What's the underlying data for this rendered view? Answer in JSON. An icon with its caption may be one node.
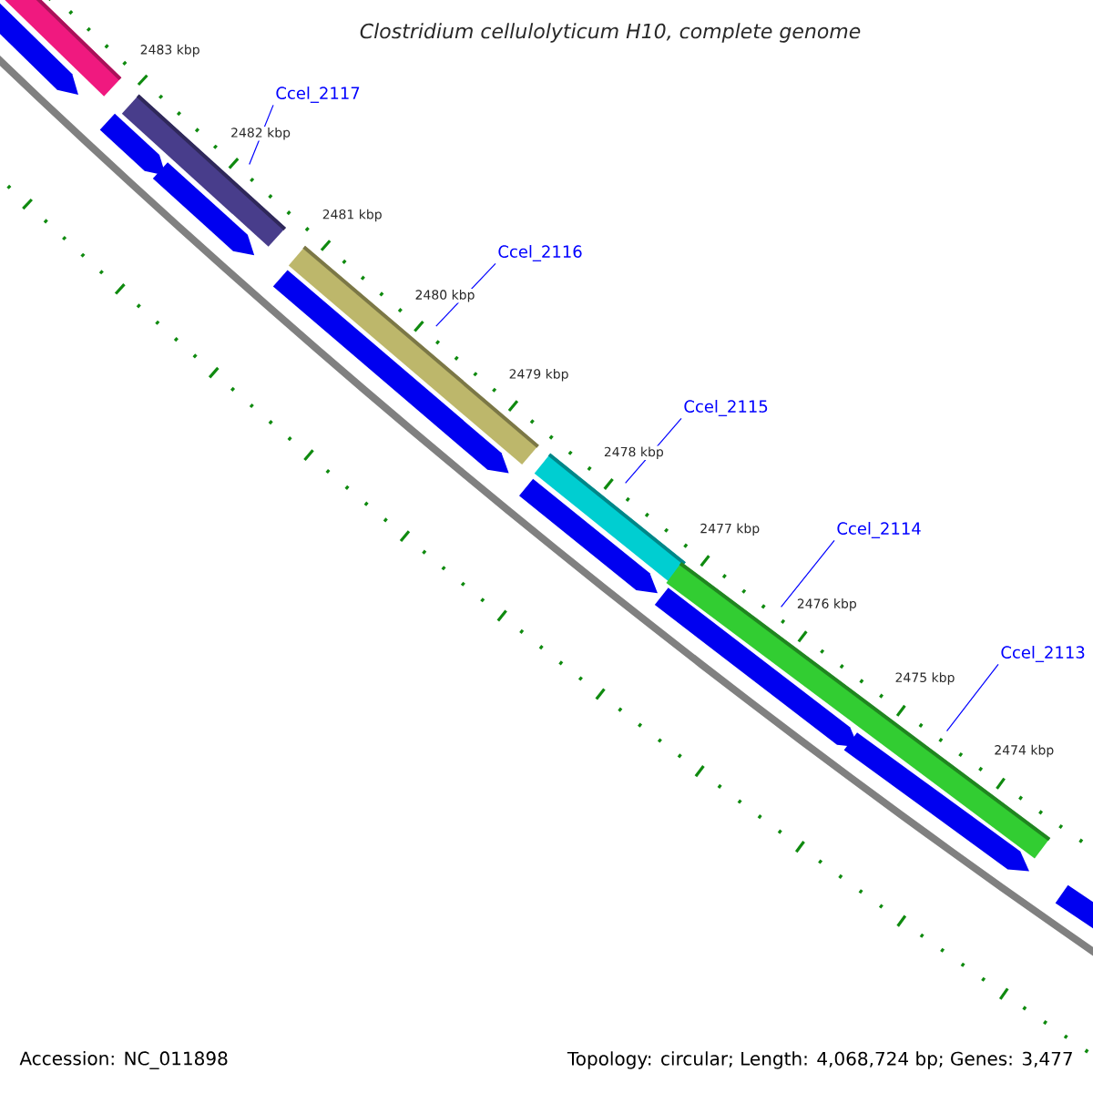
{
  "diagram": {
    "title": "Clostridium cellulolyticum H10, complete genome",
    "nodes": [
      {
        "text": [
          "Ccel_2117"
        ]
      },
      {
        "text": [],
        "shape": "bar"
      },
      {
        "text": [
          "Ccel_2116"
        ]
      },
      {
        "text": [],
        "shape": "bar"
      },
      {
        "text": [
          "Ccel_2115"
        ]
      },
      {
        "text": [],
        "shape": "bar"
      },
      {
        "text": [
          "Ccel_2114"
        ]
      },
      {
        "text": [],
        "shape": "bar"
      },
      {
        "text": [
          "Ccel_2113"
        ]
      }
    ],
    "edges": [
      {
        "from": 0,
        "to": 1,
        "arrow": "none"
      },
      {
        "from": 2,
        "to": 3,
        "arrow": "none"
      },
      {
        "from": 4,
        "to": 5,
        "arrow": "none"
      },
      {
        "from": 6,
        "to": 7,
        "arrow": "none"
      },
      {
        "from": 8,
        "to": 7,
        "arrow": "none"
      }
    ],
    "labels": [
      "2483 kbp",
      "2482 kbp",
      "2481 kbp",
      "2480 kbp",
      "2479 kbp",
      "2478 kbp",
      "2477 kbp",
      "2476 kbp",
      "2475 kbp",
      "2474 kbp",
      "Accession: NC_011898",
      "Topology: circular; Length: 4,068,724 bp; Genes: 3,477"
    ]
  }
}
